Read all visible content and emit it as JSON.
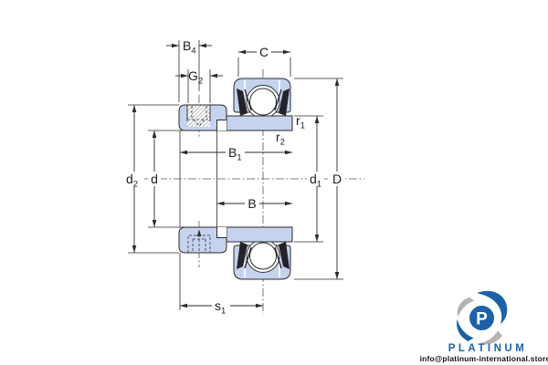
{
  "drawing": {
    "type": "bearing-cross-section-technical-drawing",
    "dims": {
      "b4": {
        "main": "B",
        "sub": "4"
      },
      "g2": {
        "main": "G",
        "sub": "2"
      },
      "c": {
        "main": "C",
        "sub": ""
      },
      "r1": {
        "main": "r",
        "sub": "1"
      },
      "r2": {
        "main": "r",
        "sub": "2"
      },
      "b1": {
        "main": "B",
        "sub": "1"
      },
      "b": {
        "main": "B",
        "sub": ""
      },
      "d2": {
        "main": "d",
        "sub": "2"
      },
      "d": {
        "main": "d",
        "sub": ""
      },
      "d1": {
        "main": "d",
        "sub": "1"
      },
      "dcap": {
        "main": "D",
        "sub": ""
      },
      "s1": {
        "main": "s",
        "sub": "1"
      }
    },
    "colors": {
      "section_fill": "#c5d3ee",
      "outline": "#2b2b2b",
      "seal_dark": "#23232c",
      "centerline": "#555555"
    }
  },
  "logo": {
    "brand": "PLATINUM",
    "email": "info@platinum-international.store",
    "monogram": "P",
    "blue": "#1d61a7",
    "gray": "#b5b3b0"
  }
}
